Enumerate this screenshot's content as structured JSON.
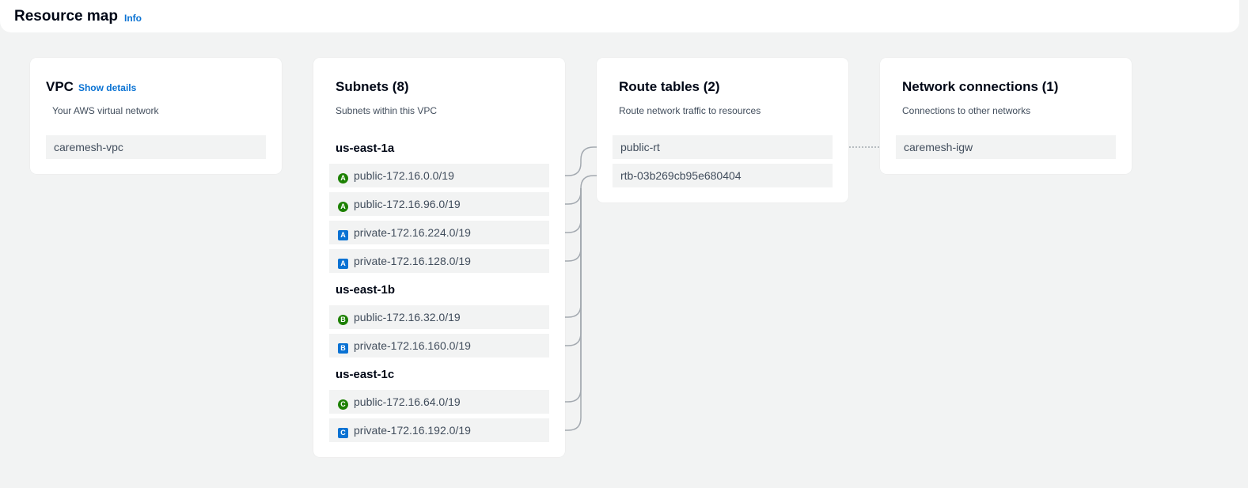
{
  "header": {
    "title": "Resource map",
    "info_label": "Info"
  },
  "vpc": {
    "title": "VPC",
    "show_details_label": "Show details",
    "subtitle": "Your AWS virtual network",
    "items": [
      {
        "label": "caremesh-vpc"
      }
    ]
  },
  "subnets": {
    "title": "Subnets (8)",
    "subtitle": "Subnets within this VPC",
    "groups": [
      {
        "az": "us-east-1a",
        "items": [
          {
            "label": "public-172.16.0.0/19",
            "badge": "A",
            "kind": "public"
          },
          {
            "label": "public-172.16.96.0/19",
            "badge": "A",
            "kind": "public"
          },
          {
            "label": "private-172.16.224.0/19",
            "badge": "A",
            "kind": "private"
          },
          {
            "label": "private-172.16.128.0/19",
            "badge": "A",
            "kind": "private"
          }
        ]
      },
      {
        "az": "us-east-1b",
        "items": [
          {
            "label": "public-172.16.32.0/19",
            "badge": "B",
            "kind": "public"
          },
          {
            "label": "private-172.16.160.0/19",
            "badge": "B",
            "kind": "private"
          }
        ]
      },
      {
        "az": "us-east-1c",
        "items": [
          {
            "label": "public-172.16.64.0/19",
            "badge": "C",
            "kind": "public"
          },
          {
            "label": "private-172.16.192.0/19",
            "badge": "C",
            "kind": "private"
          }
        ]
      }
    ]
  },
  "route_tables": {
    "title": "Route tables (2)",
    "subtitle": "Route network traffic to resources",
    "items": [
      {
        "label": "public-rt"
      },
      {
        "label": "rtb-03b269cb95e680404"
      }
    ]
  },
  "network_connections": {
    "title": "Network connections (1)",
    "subtitle": "Connections to other networks",
    "items": [
      {
        "label": "caremesh-igw"
      }
    ]
  },
  "colors": {
    "public_badge": "#1d8102",
    "private_badge": "#0972d3",
    "link": "#0972d3",
    "connector": "#a3a9b0"
  }
}
